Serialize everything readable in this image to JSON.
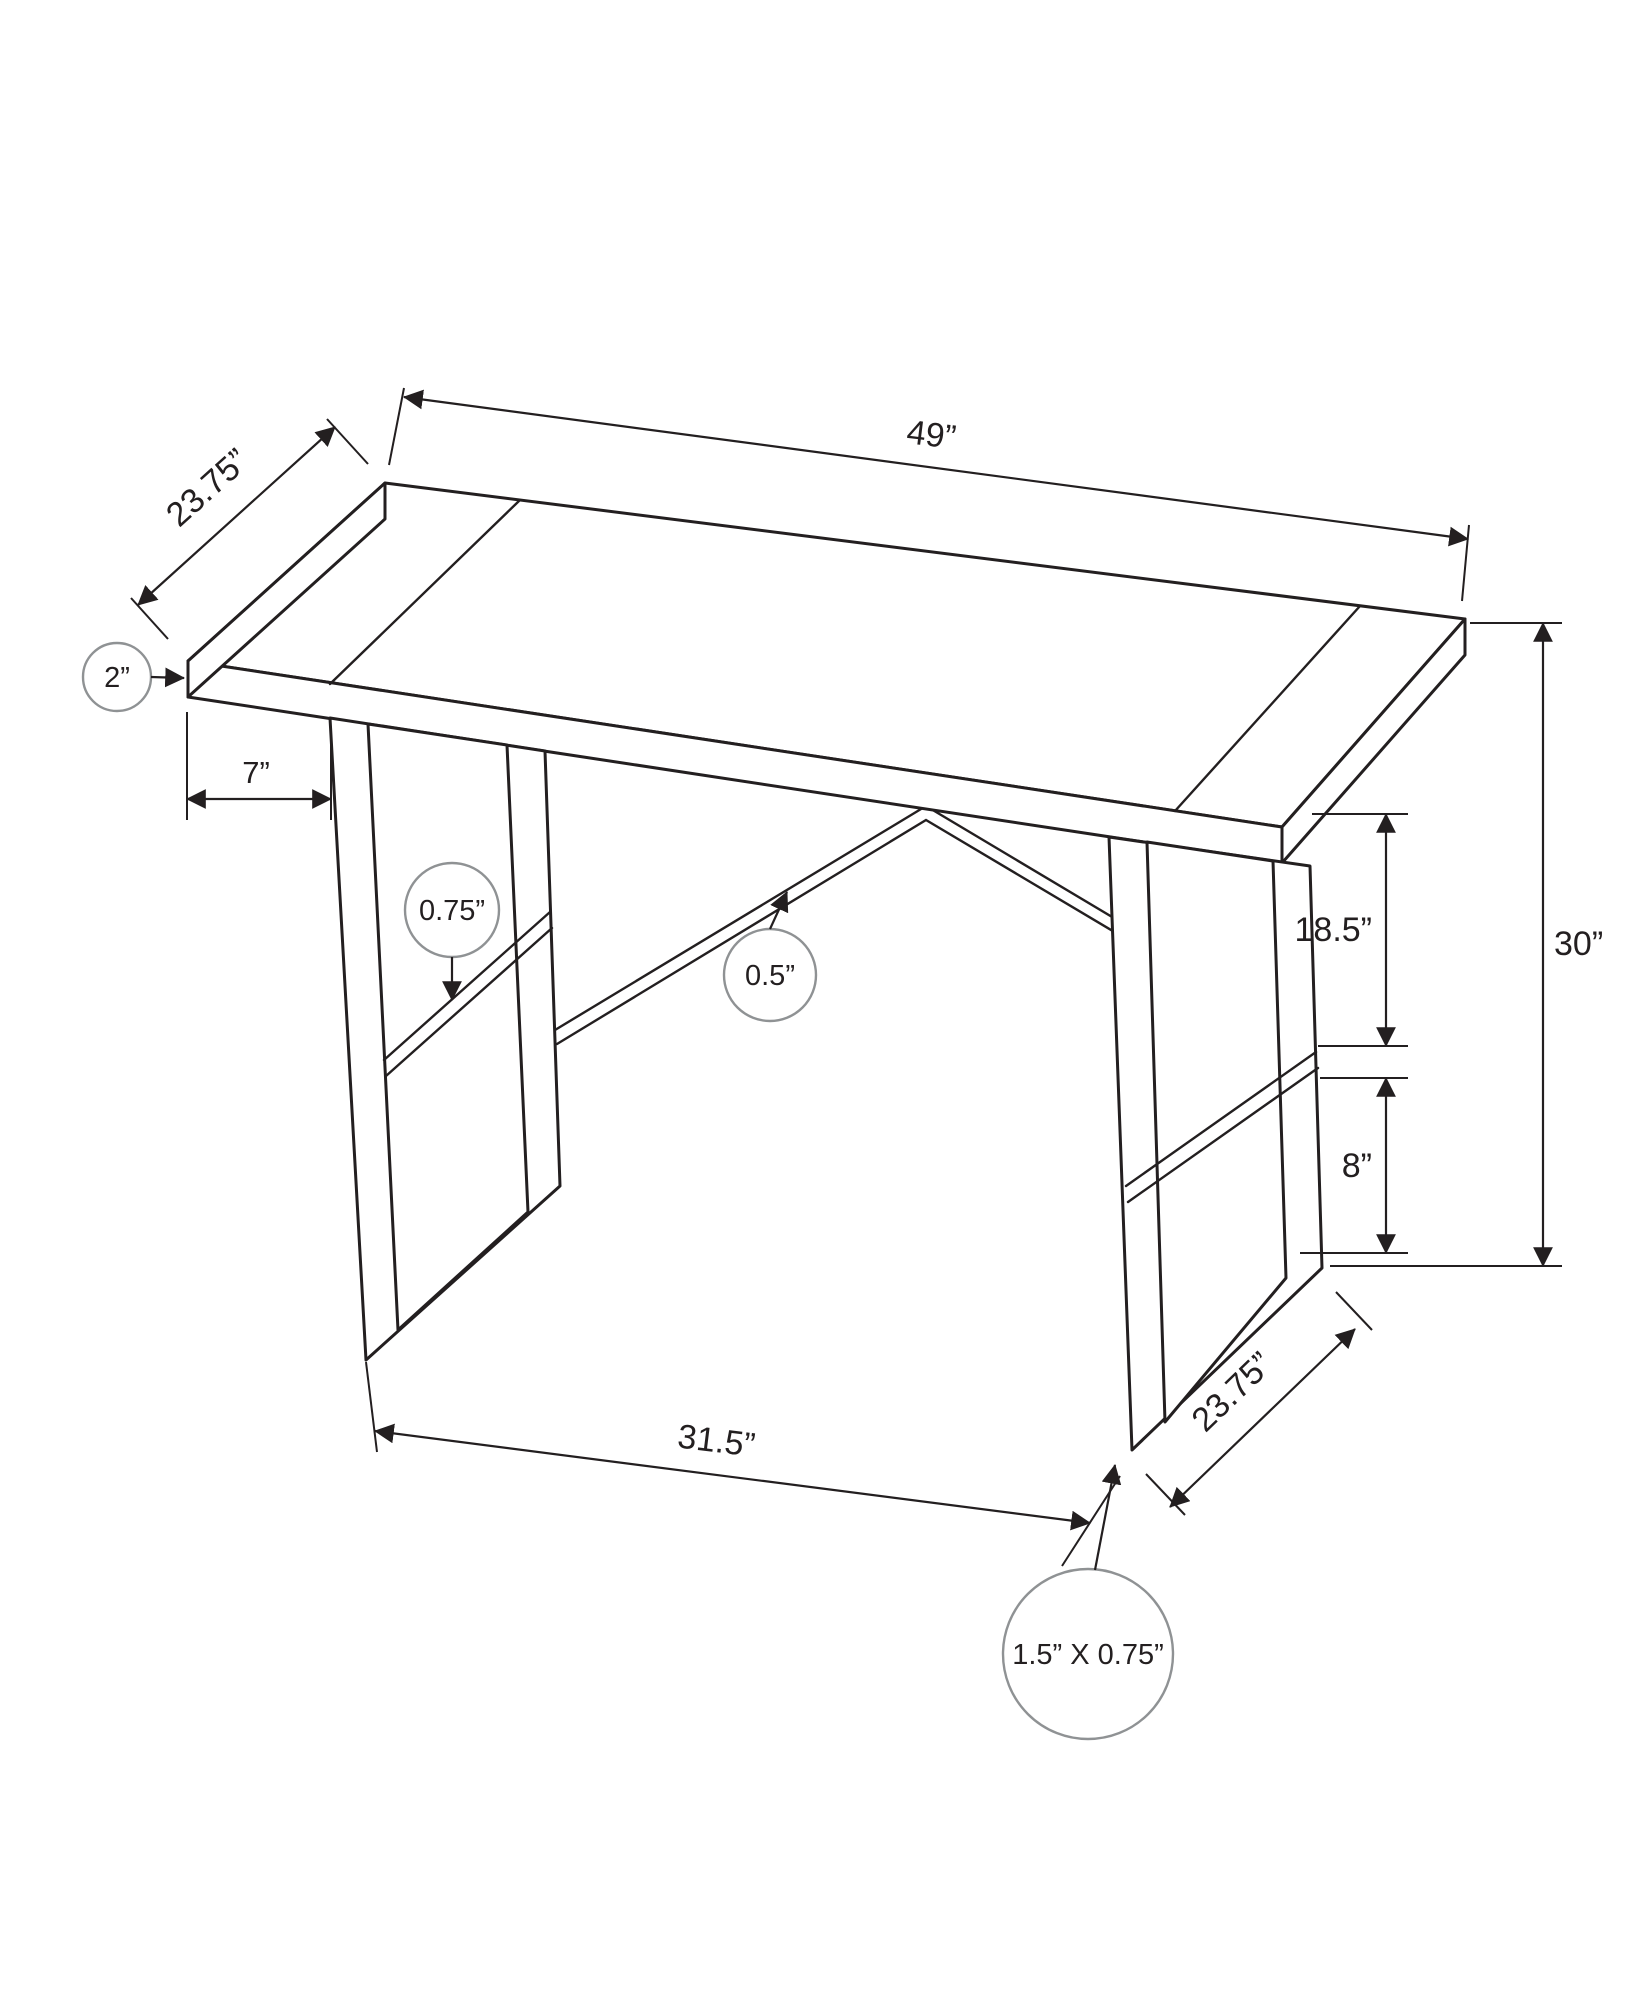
{
  "diagram": {
    "type": "furniture-dimension-drawing",
    "subject": "computer desk wireframe with metal legs",
    "units": "inches",
    "dims": {
      "top_depth": "23.75”",
      "top_length": "49”",
      "top_thickness": "2”",
      "end_overhang": "7”",
      "shelf_thickness": "0.75”",
      "crossbar_thickness": "0.5”",
      "leg_top_to_shelf": "18.5”",
      "shelf_to_base": "8”",
      "overall_height": "30”",
      "leg_span": "31.5”",
      "base_depth": "23.75”",
      "leg_tube_size": "1.5” X 0.75”"
    }
  }
}
